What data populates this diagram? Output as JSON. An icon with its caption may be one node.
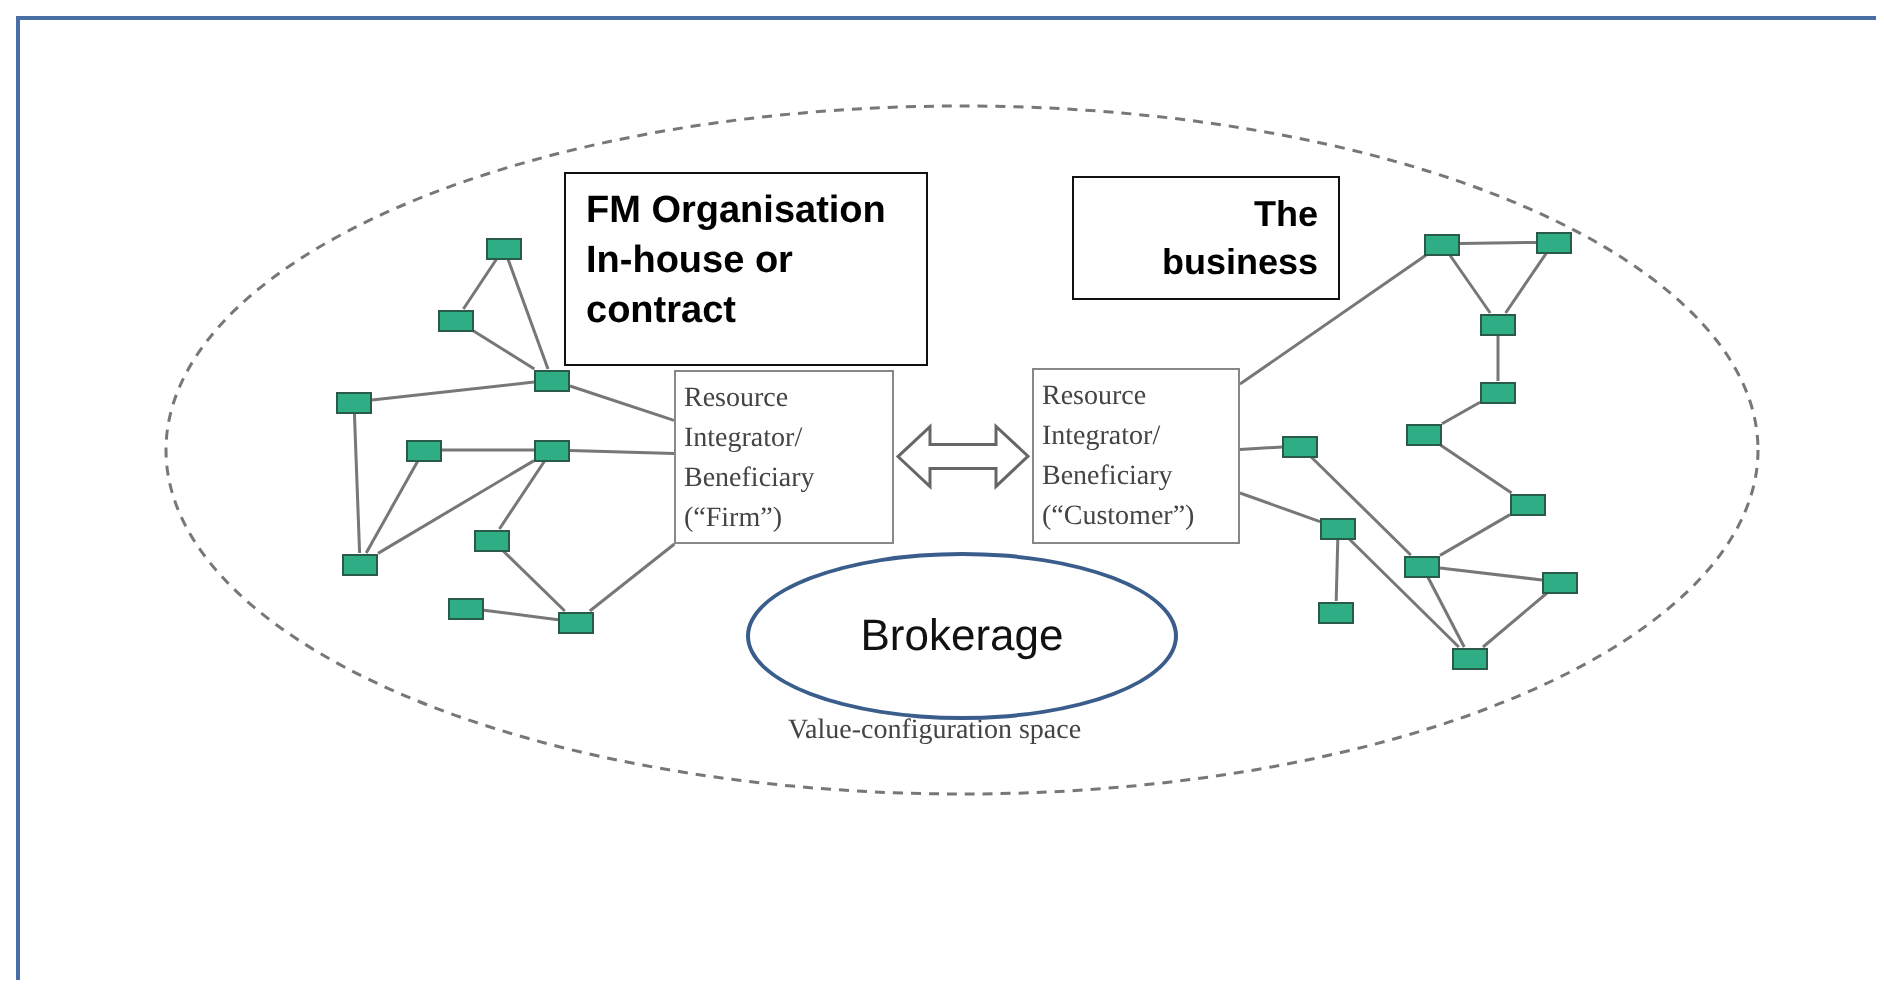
{
  "diagram": {
    "nodes": [
      {
        "text": [
          "Value-configuration space"
        ]
      },
      {
        "text": [
          "FM Organisation In-house or contract"
        ],
        "in": 0
      },
      {
        "text": [
          "The business"
        ],
        "in": 0
      },
      {
        "text": [
          "Resource Integrator/ Beneficiary (“Firm”)"
        ],
        "in": 0
      },
      {
        "text": [
          "Resource Integrator/ Beneficiary (“Customer”)"
        ],
        "in": 0
      },
      {
        "text": [
          "Brokerage"
        ],
        "in": 0
      },
      {
        "text": [],
        "shape": "box",
        "in": 0
      },
      {
        "text": [],
        "shape": "box",
        "in": 0
      },
      {
        "text": [],
        "shape": "box",
        "in": 0
      },
      {
        "text": [],
        "shape": "box",
        "in": 0
      },
      {
        "text": [],
        "shape": "box",
        "in": 0
      },
      {
        "text": [],
        "shape": "box",
        "in": 0
      },
      {
        "text": [],
        "shape": "box",
        "in": 0
      },
      {
        "text": [],
        "shape": "box",
        "in": 0
      },
      {
        "text": [],
        "shape": "box",
        "in": 0
      },
      {
        "text": [],
        "shape": "box",
        "in": 0
      },
      {
        "text": [],
        "shape": "box",
        "in": 0
      },
      {
        "text": [],
        "shape": "box",
        "in": 0
      },
      {
        "text": [],
        "shape": "box",
        "in": 0
      },
      {
        "text": [],
        "shape": "box",
        "in": 0
      },
      {
        "text": [],
        "shape": "box",
        "in": 0
      },
      {
        "text": [],
        "shape": "box",
        "in": 0
      },
      {
        "text": [],
        "shape": "box",
        "in": 0
      },
      {
        "text": [],
        "shape": "box",
        "in": 0
      },
      {
        "text": [],
        "shape": "box",
        "in": 0
      },
      {
        "text": [],
        "shape": "box",
        "in": 0
      },
      {
        "text": [],
        "shape": "box",
        "in": 0
      },
      {
        "text": [],
        "shape": "box",
        "in": 0
      }
    ],
    "edges": [
      {
        "from": 3,
        "to": 4,
        "arrow": "both",
        "style": "thick"
      },
      {
        "from": 6,
        "to": 7,
        "arrow": "none"
      },
      {
        "from": 6,
        "to": 8,
        "arrow": "none"
      },
      {
        "from": 7,
        "to": 8,
        "arrow": "none"
      },
      {
        "from": 8,
        "to": 3,
        "arrow": "none"
      },
      {
        "from": 9,
        "to": 8,
        "arrow": "none"
      },
      {
        "from": 9,
        "to": 12,
        "arrow": "none"
      },
      {
        "from": 10,
        "to": 11,
        "arrow": "none"
      },
      {
        "from": 10,
        "to": 12,
        "arrow": "none"
      },
      {
        "from": 12,
        "to": 11,
        "arrow": "none"
      },
      {
        "from": 11,
        "to": 3,
        "arrow": "none"
      },
      {
        "from": 11,
        "to": 13,
        "arrow": "none"
      },
      {
        "from": 13,
        "to": 15,
        "arrow": "none"
      },
      {
        "from": 14,
        "to": 15,
        "arrow": "none"
      },
      {
        "from": 15,
        "to": 3,
        "arrow": "none"
      },
      {
        "from": 4,
        "to": 16,
        "arrow": "none"
      },
      {
        "from": 4,
        "to": 21,
        "arrow": "none"
      },
      {
        "from": 4,
        "to": 22,
        "arrow": "none"
      },
      {
        "from": 16,
        "to": 17,
        "arrow": "none"
      },
      {
        "from": 16,
        "to": 18,
        "arrow": "none"
      },
      {
        "from": 17,
        "to": 18,
        "arrow": "none"
      },
      {
        "from": 18,
        "to": 19,
        "arrow": "none"
      },
      {
        "from": 19,
        "to": 20,
        "arrow": "none"
      },
      {
        "from": 20,
        "to": 23,
        "arrow": "none"
      },
      {
        "from": 23,
        "to": 24,
        "arrow": "none"
      },
      {
        "from": 24,
        "to": 25,
        "arrow": "none"
      },
      {
        "from": 24,
        "to": 27,
        "arrow": "none"
      },
      {
        "from": 21,
        "to": 24,
        "arrow": "none"
      },
      {
        "from": 22,
        "to": 26,
        "arrow": "none"
      },
      {
        "from": 22,
        "to": 27,
        "arrow": "none"
      },
      {
        "from": 25,
        "to": 27,
        "arrow": "none"
      }
    ]
  }
}
